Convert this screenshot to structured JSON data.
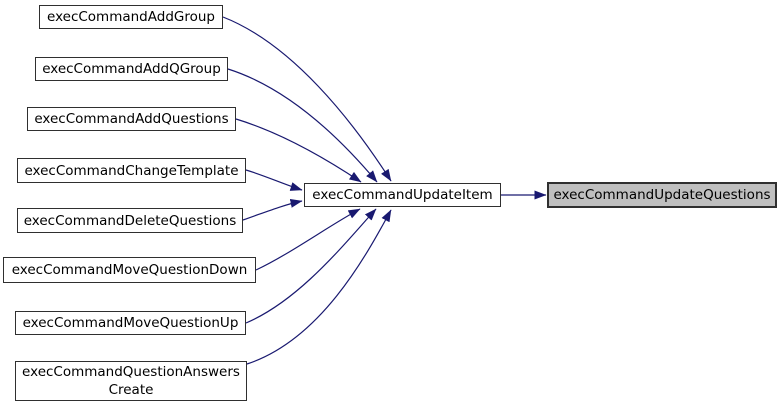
{
  "diagram": {
    "type": "caller-graph",
    "colors": {
      "edge": "#191970",
      "node_fill": "#ffffff",
      "node_border": "#2f2f2f",
      "highlight_fill": "#bfbfbf",
      "text": "#000000"
    },
    "nodes": {
      "callers": [
        {
          "label": "execCommandAddGroup"
        },
        {
          "label": "execCommandAddQGroup"
        },
        {
          "label": "execCommandAddQuestions"
        },
        {
          "label": "execCommandChangeTemplate"
        },
        {
          "label": "execCommandDeleteQuestions"
        },
        {
          "label": "execCommandMoveQuestionDown"
        },
        {
          "label": "execCommandMoveQuestionUp"
        },
        {
          "label": "execCommandQuestionAnswers\nCreate"
        }
      ],
      "intermediate": {
        "label": "execCommandUpdateItem"
      },
      "target": {
        "label": "execCommandUpdateQuestions"
      }
    },
    "edges": [
      {
        "from": "execCommandAddGroup",
        "to": "execCommandUpdateItem"
      },
      {
        "from": "execCommandAddQGroup",
        "to": "execCommandUpdateItem"
      },
      {
        "from": "execCommandAddQuestions",
        "to": "execCommandUpdateItem"
      },
      {
        "from": "execCommandChangeTemplate",
        "to": "execCommandUpdateItem"
      },
      {
        "from": "execCommandDeleteQuestions",
        "to": "execCommandUpdateItem"
      },
      {
        "from": "execCommandMoveQuestionDown",
        "to": "execCommandUpdateItem"
      },
      {
        "from": "execCommandMoveQuestionUp",
        "to": "execCommandUpdateItem"
      },
      {
        "from": "execCommandQuestionAnswersCreate",
        "to": "execCommandUpdateItem"
      },
      {
        "from": "execCommandUpdateItem",
        "to": "execCommandUpdateQuestions"
      }
    ]
  }
}
